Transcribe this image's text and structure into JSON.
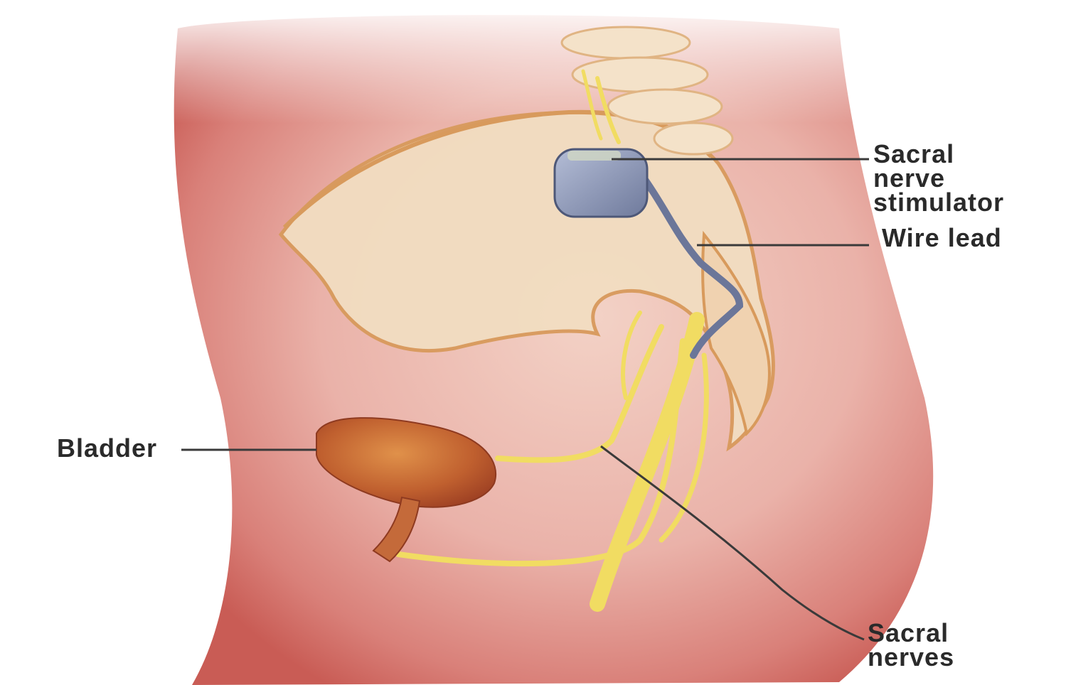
{
  "labels": {
    "stimulator": [
      "Sacral",
      "nerve",
      "stimulator"
    ],
    "wire_lead": "Wire lead",
    "bladder": "Bladder",
    "sacral_nerves": [
      "Sacral",
      "nerves"
    ]
  },
  "colors": {
    "skin": "#e9a9a4",
    "skin_edge": "#c9665f",
    "pelvis_fill": "#f2ddc1",
    "bone_outline": "#d89a5c",
    "nerve": "#f1dc62",
    "stimulator": "#8e99b8",
    "bladder": "#c46a3a",
    "leader_line": "#3a3a3a"
  }
}
